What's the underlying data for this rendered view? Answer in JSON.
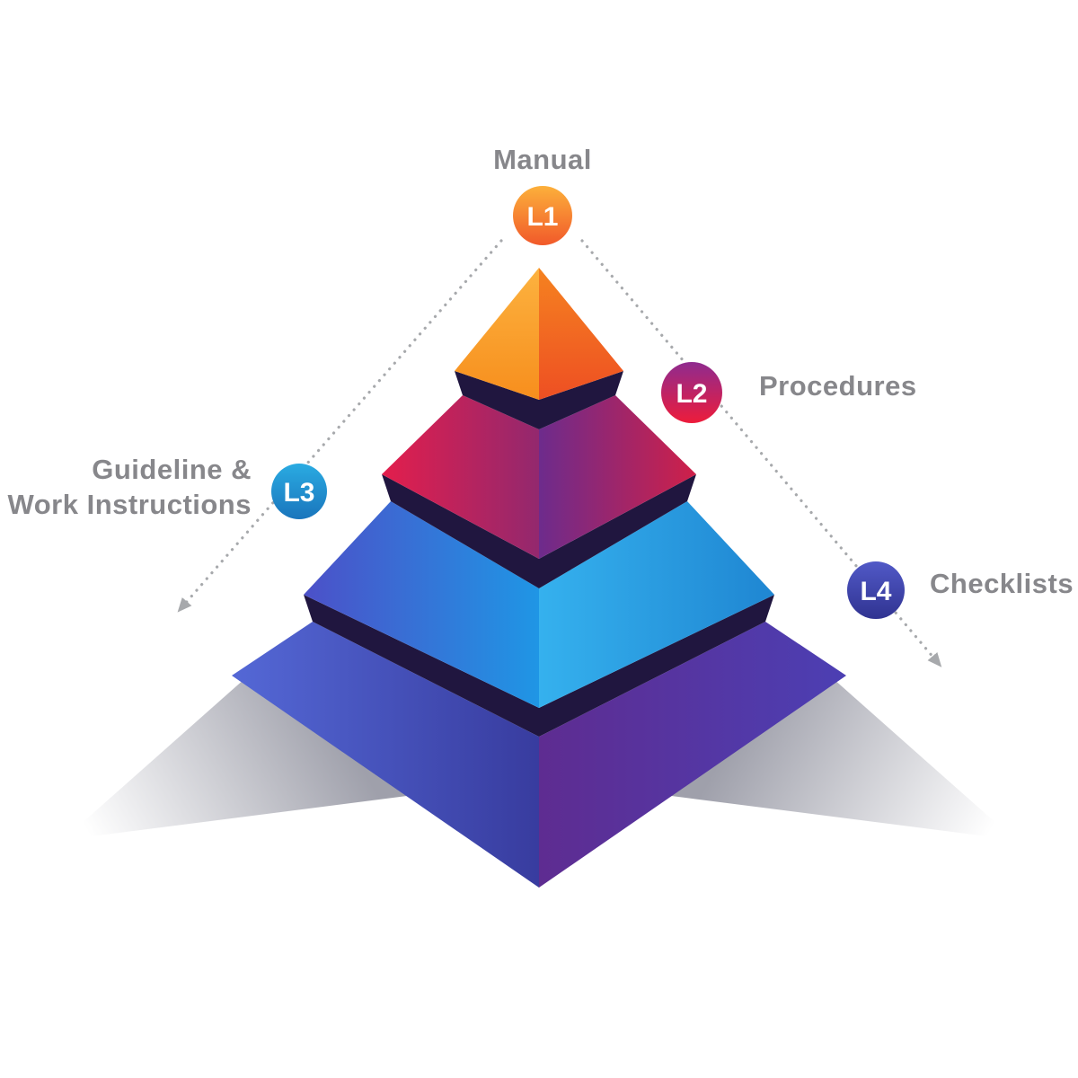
{
  "levels": [
    {
      "badge": "L1",
      "label": "Manual"
    },
    {
      "badge": "L2",
      "label": "Procedures"
    },
    {
      "badge": "L3",
      "label_line1": "Guideline &",
      "label_line2": "Work Instructions"
    },
    {
      "badge": "L4",
      "label": "Checklists"
    }
  ],
  "colors": {
    "label_text": "#87878b",
    "arrow": "#a7a9ac",
    "collar": "#20163f",
    "tier1": {
      "left": [
        "#fcb23f",
        "#f78e1d"
      ],
      "right": [
        "#f58220",
        "#ee4f23"
      ]
    },
    "tier2": {
      "left": [
        "#e31e4c",
        "#93286e"
      ],
      "right": [
        "#6d2b8c",
        "#cf2049"
      ]
    },
    "tier3": {
      "left": [
        "#4c50c8",
        "#1f96e5"
      ],
      "right": [
        "#35b1ee",
        "#1f86d2"
      ]
    },
    "tier4": {
      "left": [
        "#5468d6",
        "#383c9f"
      ],
      "right": [
        "#5e2c91",
        "#4c3fb3"
      ]
    },
    "badges": {
      "l1": [
        "#fcb03b",
        "#f1592a"
      ],
      "l2": [
        "#8f2b8f",
        "#ed1c3b"
      ],
      "l3": [
        "#2aabe2",
        "#1a75bc"
      ],
      "l4": [
        "#5159c7",
        "#303391"
      ]
    },
    "wing": [
      "#ffffff",
      "#9fa0ab"
    ]
  }
}
